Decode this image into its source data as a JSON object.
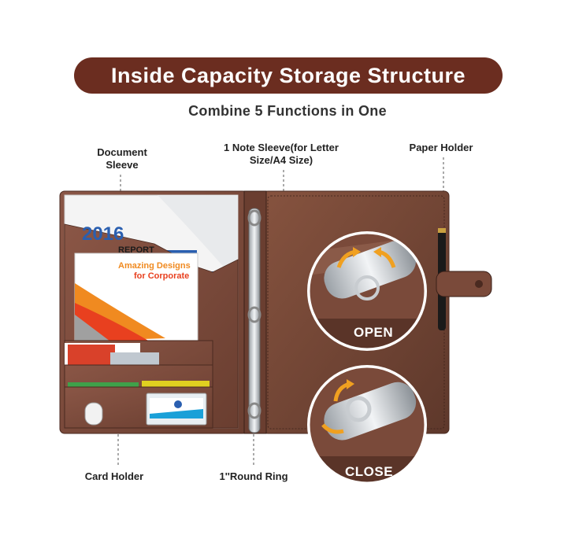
{
  "header": {
    "title": "Inside Capacity Storage Structure",
    "subtitle": "Combine 5 Functions in One"
  },
  "callouts": {
    "document_sleeve": "Document\nSleeve",
    "note_sleeve": "1 Note Sleeve(for Letter\nSize/A4 Size)",
    "paper_holder": "Paper Holder",
    "card_holder": "Card Holder",
    "round_ring": "1''Round Ring"
  },
  "zoom_badges": {
    "open": "OPEN",
    "close": "CLOSE"
  },
  "printed_inserts": {
    "report_year": "2016",
    "report_word": "REPORT",
    "brochure_title": "Amazing Designs",
    "brochure_subtitle": "for Corporate"
  },
  "colors": {
    "banner": "#6b2d20",
    "leather": "#7a4a3a",
    "leather_dark": "#5a3428",
    "arrow_orange": "#f0a020",
    "report_blue": "#2a5fb0"
  }
}
